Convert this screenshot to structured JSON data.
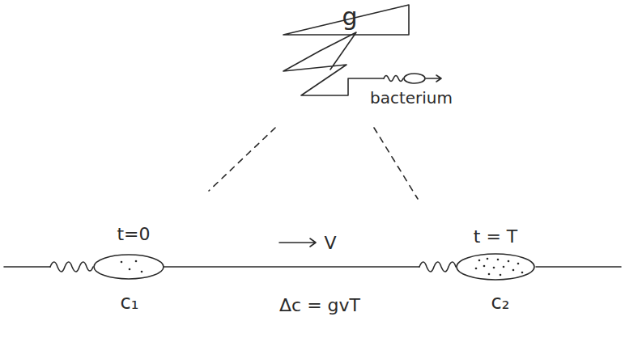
{
  "diagram": {
    "labels": [
      "g",
      "bacterium",
      "t=0",
      "V",
      "t = T",
      "c₁",
      "Δc = gvT",
      "c₂"
    ]
  }
}
